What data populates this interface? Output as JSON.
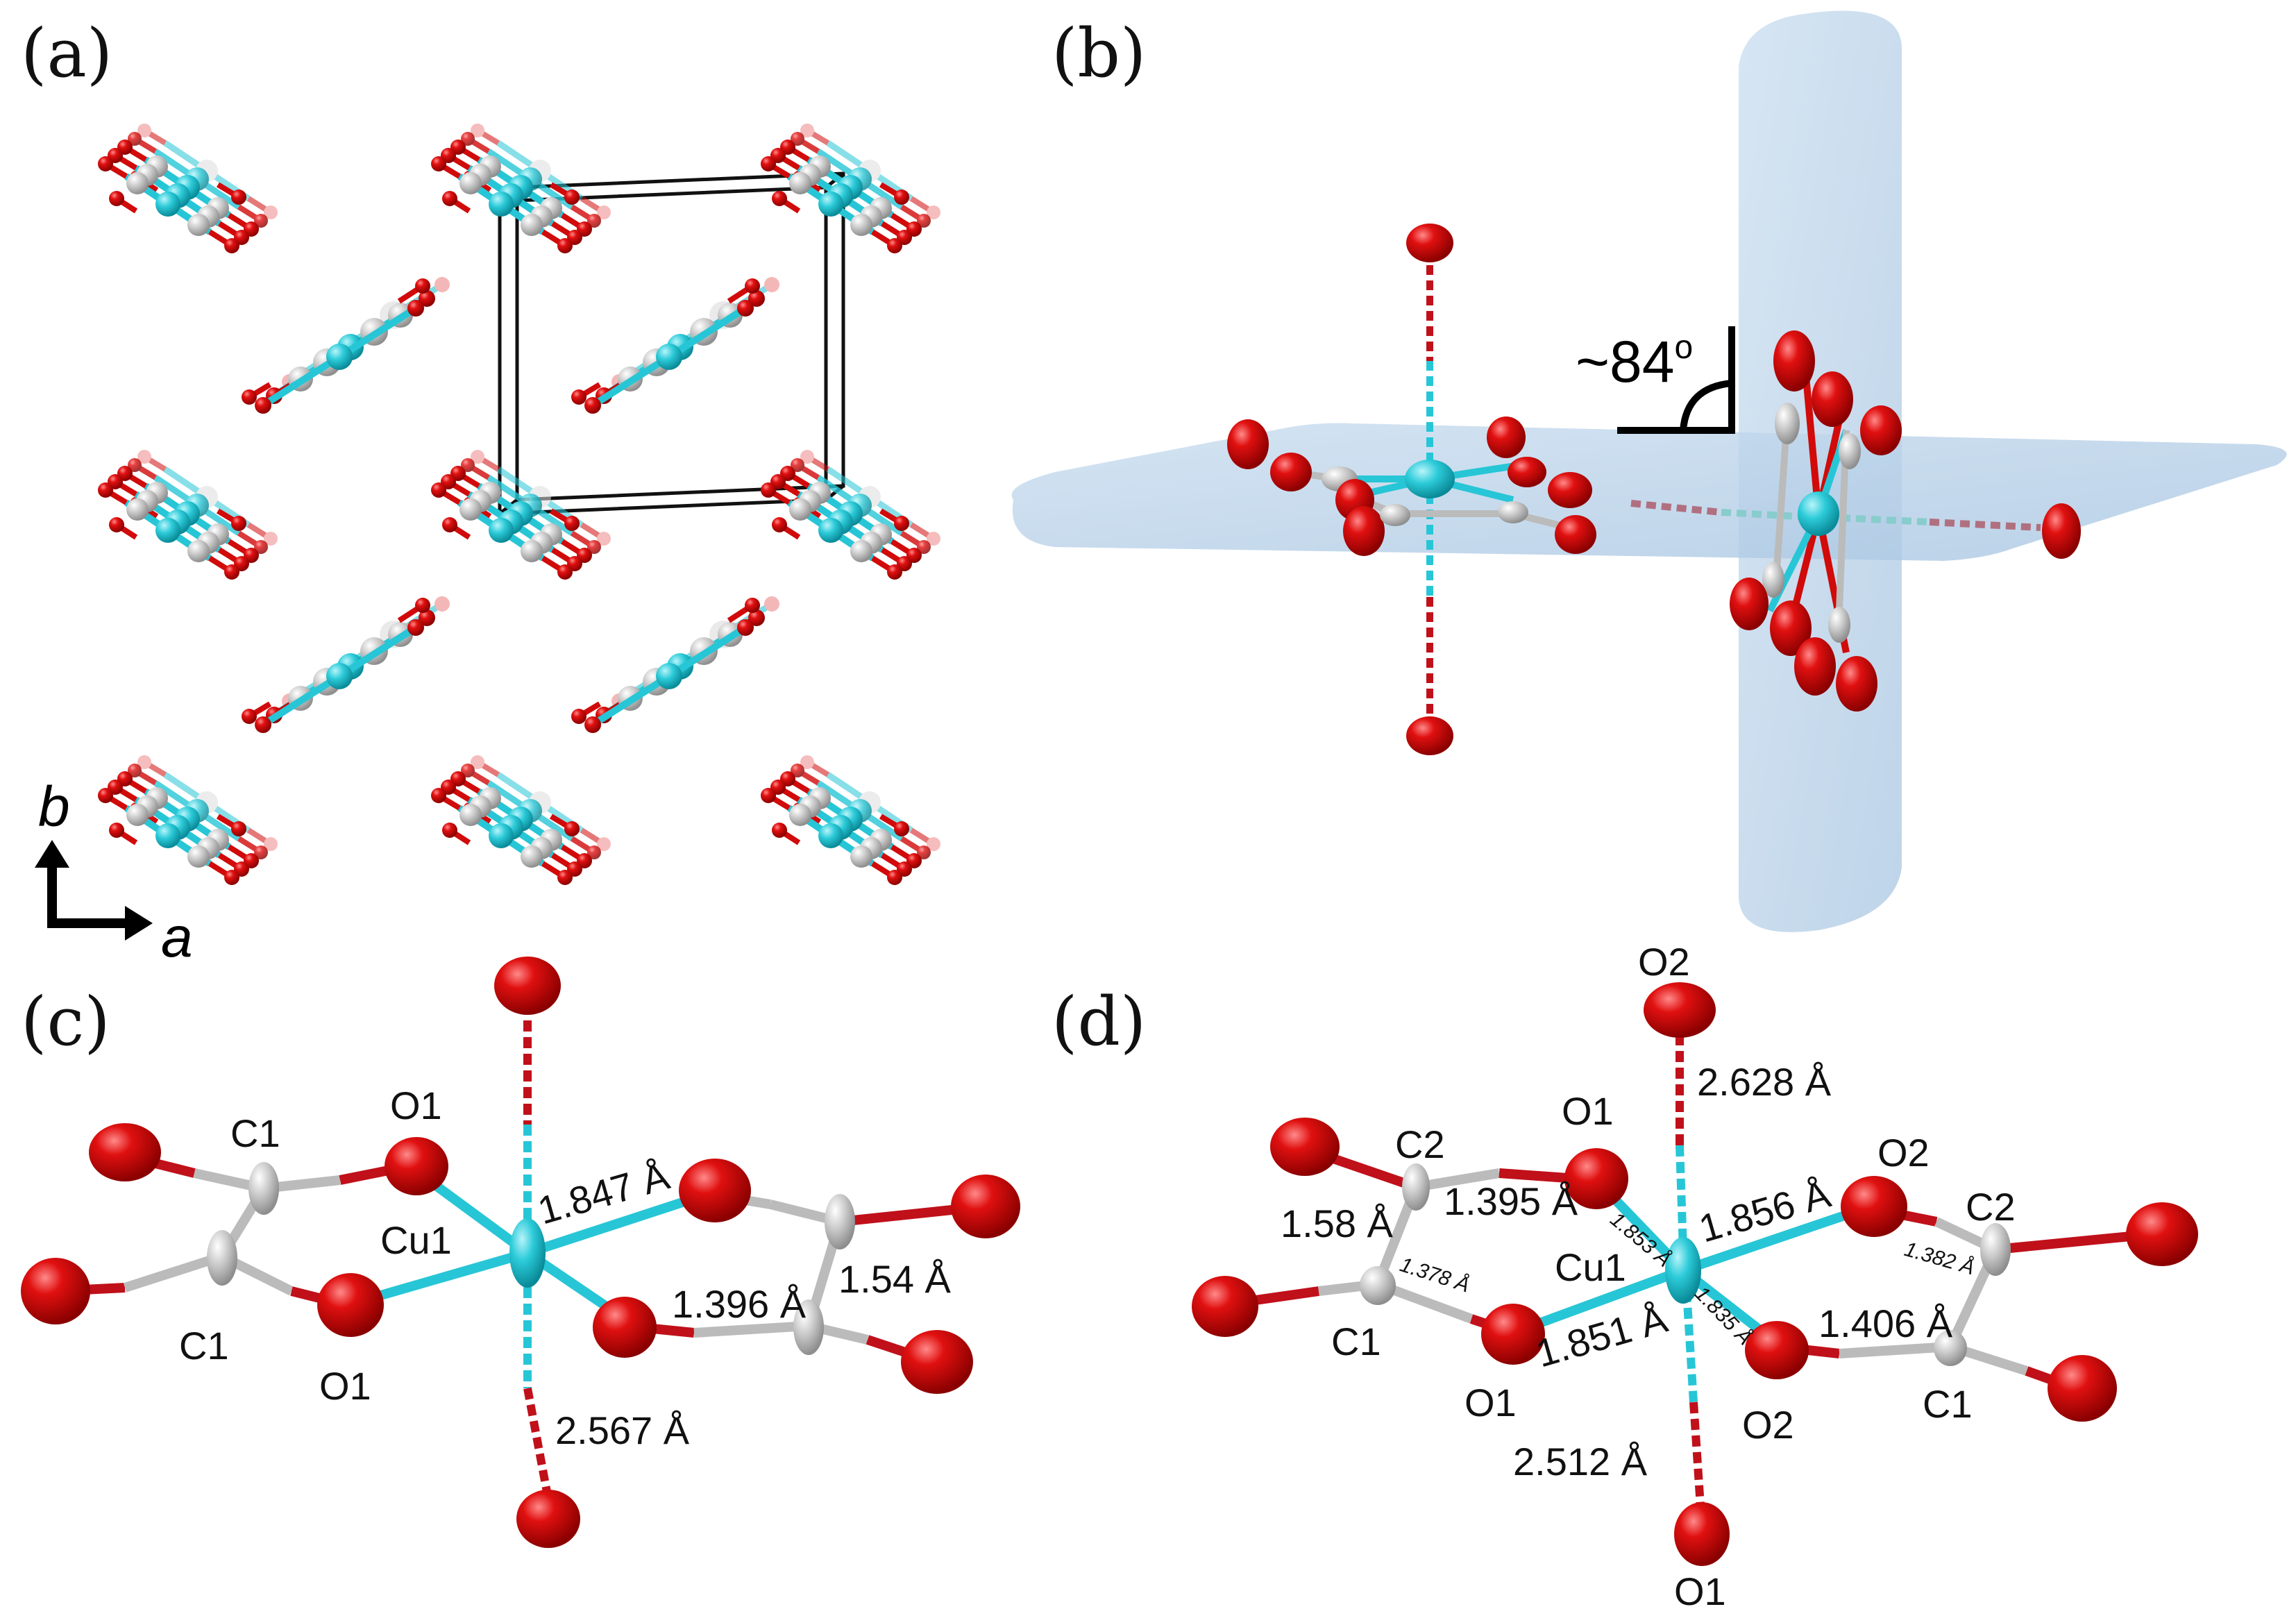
{
  "panels": {
    "a": {
      "label": "(a)",
      "axes": {
        "b": "b",
        "a": "a"
      }
    },
    "b": {
      "label": "(b)",
      "angle": "~84",
      "degree": "o"
    },
    "c": {
      "label": "(c)",
      "atoms": {
        "c1_top": "C1",
        "c1_bottom": "C1",
        "o1_top": "O1",
        "o1_bottom": "O1",
        "cu1": "Cu1"
      },
      "distances": {
        "cu_o": "1.847 Å",
        "c_o": "1.396 Å",
        "c_c": "1.54 Å",
        "axial": "2.567 Å"
      }
    },
    "d": {
      "label": "(d)",
      "atoms": {
        "o2_top": "O2",
        "c2_left": "C2",
        "o1_upper": "O1",
        "o2_right": "O2",
        "c2_right": "C2",
        "cu1": "Cu1",
        "c1_left": "C1",
        "o1_lower": "O1",
        "o2_lower": "O2",
        "c1_right": "C1",
        "o1_bottom": "O1"
      },
      "distances": {
        "axial_top": "2.628 Å",
        "cc_left": "1.58 Å",
        "c2o1": "1.395 Å",
        "cuo1_small": "1.853 Å",
        "cuo2": "1.856 Å",
        "c2o2_right": "1.382 Å",
        "c1o1_left": "1.378 Å",
        "cuo2_small": "1.835 Å",
        "c1o2_right": "1.406 Å",
        "cuo1": "1.851 Å",
        "axial_bottom": "2.512 Å"
      }
    }
  },
  "colors": {
    "oxygen": "#d10a0a",
    "copper": "#27c6d6",
    "carbon": "#c4c4c4",
    "plane": "#b8d3ea"
  }
}
